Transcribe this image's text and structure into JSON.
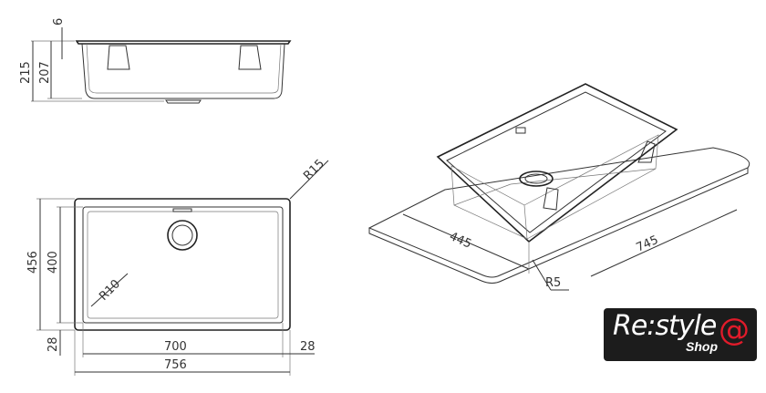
{
  "side_view": {
    "dims": {
      "flange": "6",
      "total_height": "215",
      "bowl_height": "207"
    }
  },
  "top_view": {
    "dims": {
      "outer_height": "456",
      "inner_height": "400",
      "inner_width": "700",
      "outer_width": "756",
      "margin_left": "28",
      "margin_right": "28",
      "inner_radius": "R10",
      "outer_radius": "R15"
    }
  },
  "iso_view": {
    "dims": {
      "depth": "445",
      "width": "745",
      "corner_radius": "R5"
    }
  },
  "logo": {
    "brand": "Re:style",
    "sub": "Shop",
    "mark": "@",
    "colors": {
      "bg": "#1c1c1c",
      "accent": "#e01b2a"
    }
  }
}
